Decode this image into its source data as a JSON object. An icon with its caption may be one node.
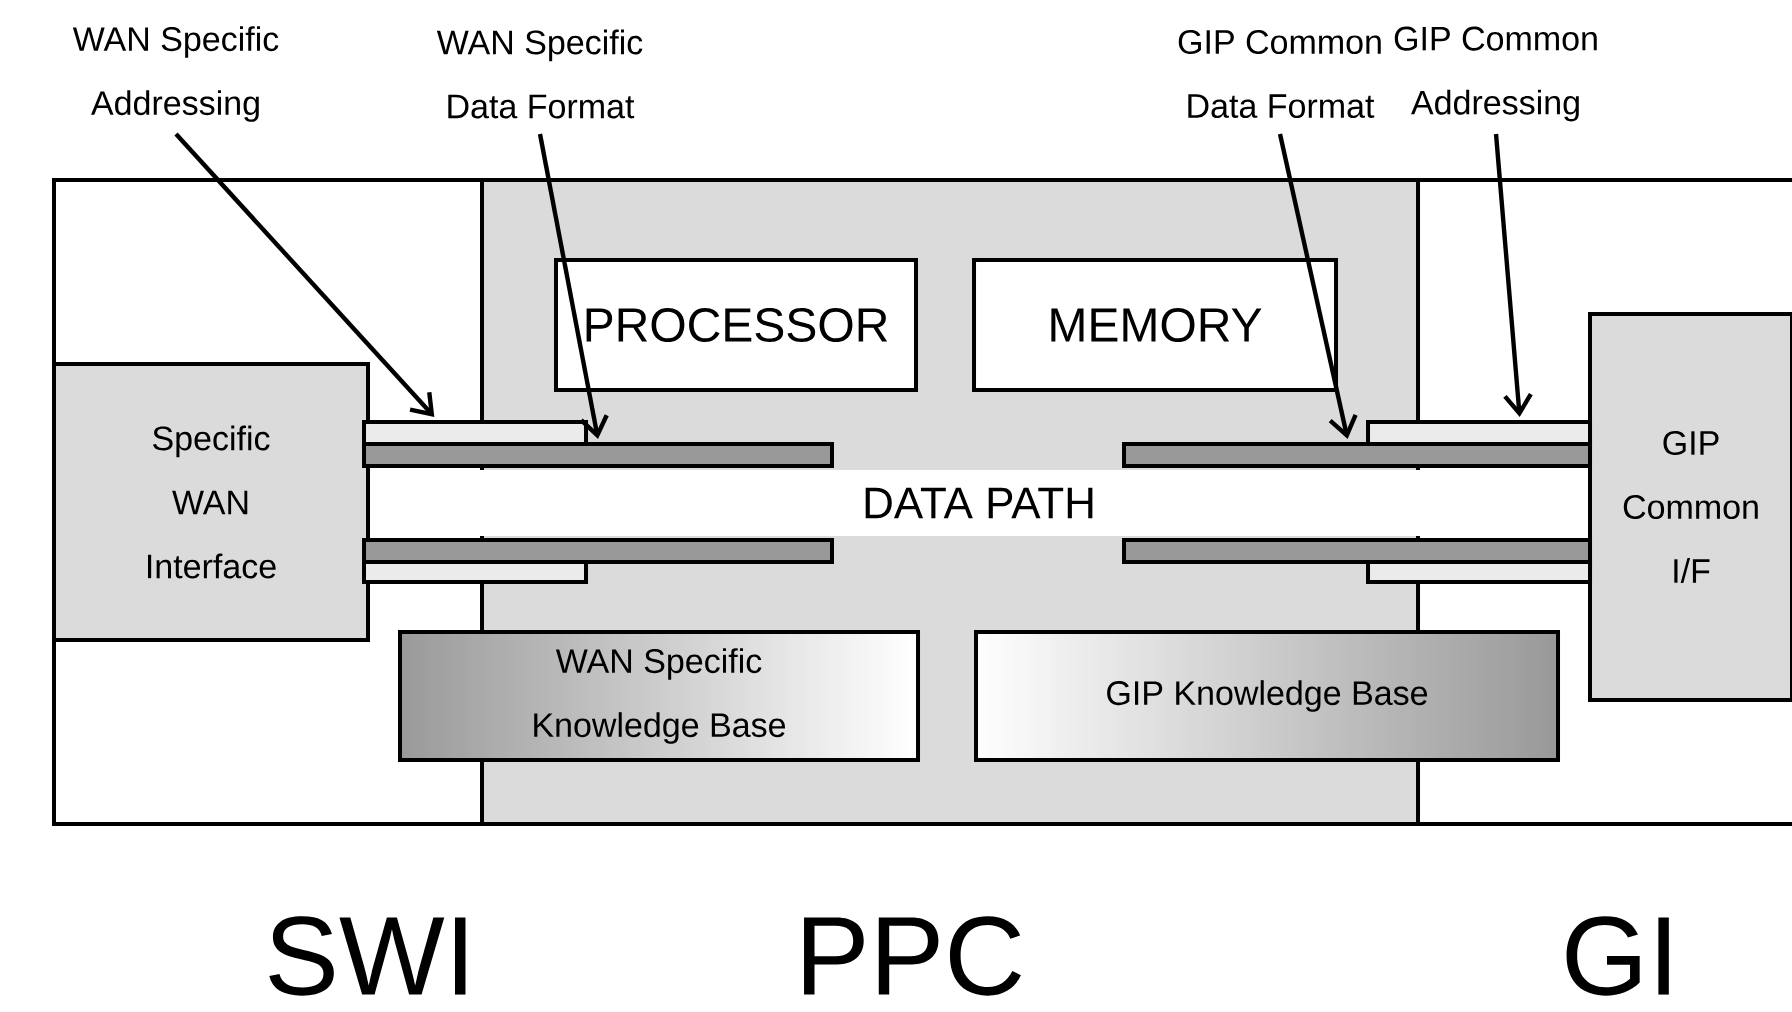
{
  "diagram": {
    "nodes": [
      {
        "text": [
          "WAN Specific Addressing"
        ]
      },
      {
        "text": [
          "WAN Specific Data Format"
        ]
      },
      {
        "text": [
          "GIP Common Data Format"
        ]
      },
      {
        "text": [
          "GIP Common Addressing"
        ]
      },
      {
        "text": [
          "Specific WAN Interface"
        ]
      },
      {
        "text": [
          "PROCESSOR"
        ]
      },
      {
        "text": [
          "MEMORY"
        ]
      },
      {
        "text": [
          "DATA PATH"
        ]
      },
      {
        "text": [
          "WAN Specific Knowledge Base"
        ]
      },
      {
        "text": [
          "GIP Knowledge Base"
        ]
      },
      {
        "text": [
          "GIP Common I/F"
        ]
      },
      {
        "text": [],
        "shape": "bar"
      },
      {
        "text": [],
        "shape": "bar"
      },
      {
        "text": [],
        "shape": "bar"
      },
      {
        "text": [],
        "shape": "bar"
      },
      {
        "text": [],
        "shape": "bar"
      },
      {
        "text": [],
        "shape": "bar"
      },
      {
        "text": [],
        "shape": "bar"
      },
      {
        "text": [],
        "shape": "bar"
      }
    ],
    "edges": [
      {
        "from": 0,
        "to": 11,
        "arrow": "to"
      },
      {
        "from": 1,
        "to": 12,
        "arrow": "to"
      },
      {
        "from": 2,
        "to": 13,
        "arrow": "to"
      },
      {
        "from": 3,
        "to": 14,
        "arrow": "to"
      }
    ],
    "labels": [
      "SWI",
      "PPC",
      "GI"
    ]
  }
}
